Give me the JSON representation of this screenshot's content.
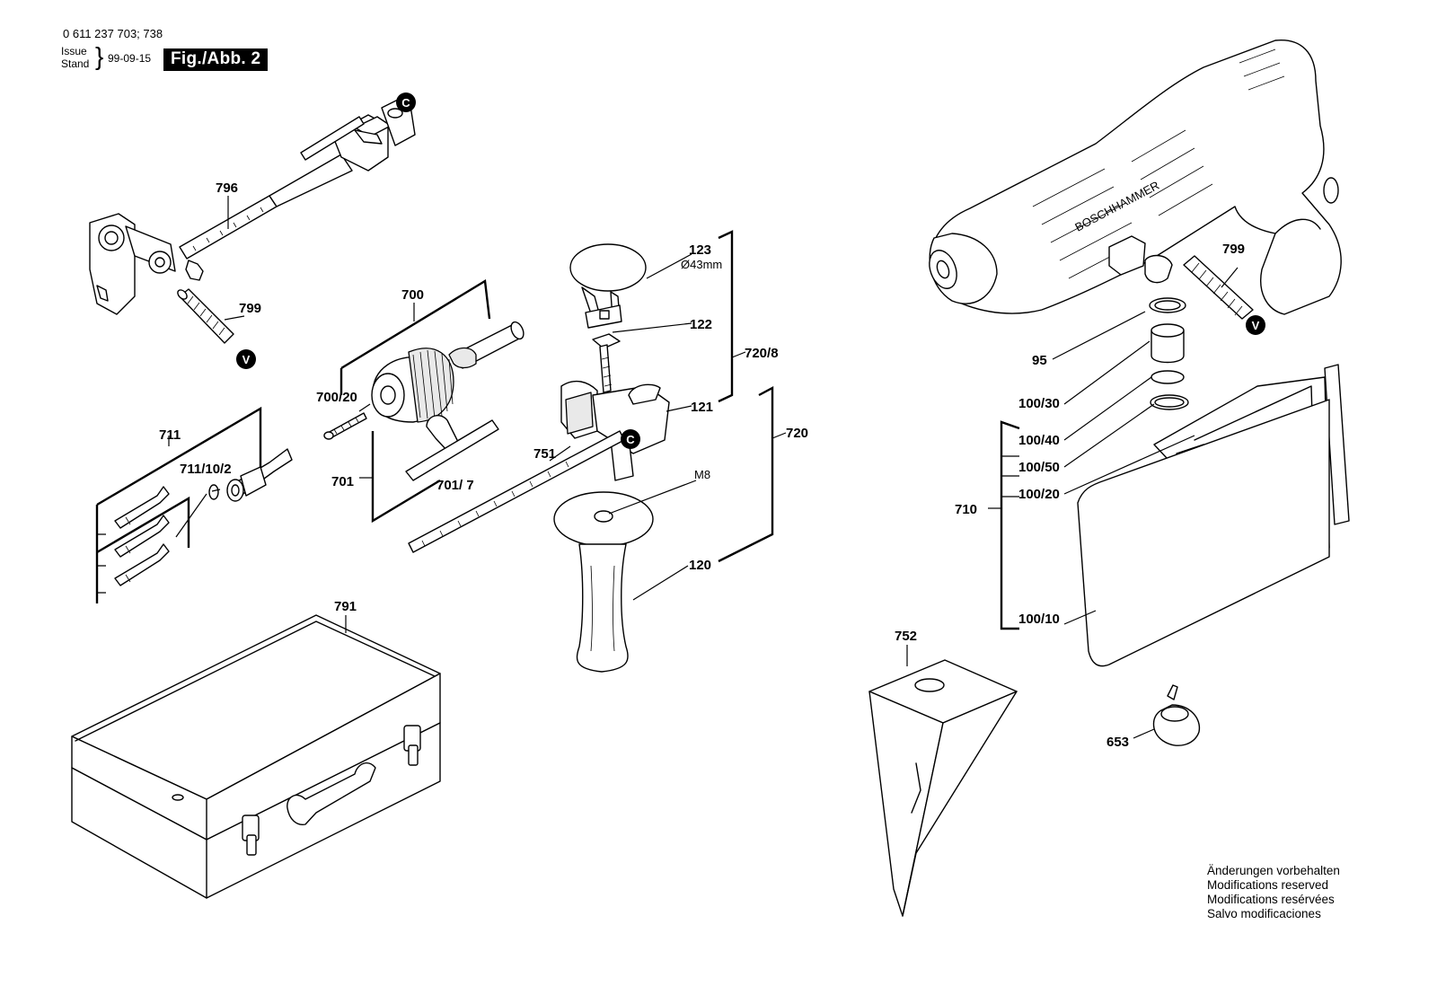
{
  "header": {
    "doc_number": "0 611 237 703; 738",
    "issue_label": "Issue",
    "stand_label": "Stand",
    "issue_date": "99-09-15",
    "figure_label": "Fig./Abb. 2"
  },
  "markers": {
    "c": "C",
    "v": "V"
  },
  "parts": {
    "p796": "796",
    "p799a": "799",
    "p799b": "799",
    "p700": "700",
    "p700_20": "700/20",
    "p701": "701",
    "p701_7": "701/ 7",
    "p711": "711",
    "p711_10_2": "711/10/2",
    "p123": "123",
    "p123_size": "Ø43mm",
    "p122": "122",
    "p121": "121",
    "p720_8": "720/8",
    "p720": "720",
    "p751": "751",
    "pM8": "M8",
    "p120": "120",
    "p791": "791",
    "p752": "752",
    "p95": "95",
    "p100_30": "100/30",
    "p100_40": "100/40",
    "p100_50": "100/50",
    "p100_20": "100/20",
    "p710": "710",
    "p100_10": "100/10",
    "p653": "653"
  },
  "notice": {
    "line1": "Änderungen vorbehalten",
    "line2": "Modifications reserved",
    "line3": "Modifications resérvées",
    "line4": "Salvo modificaciones"
  }
}
